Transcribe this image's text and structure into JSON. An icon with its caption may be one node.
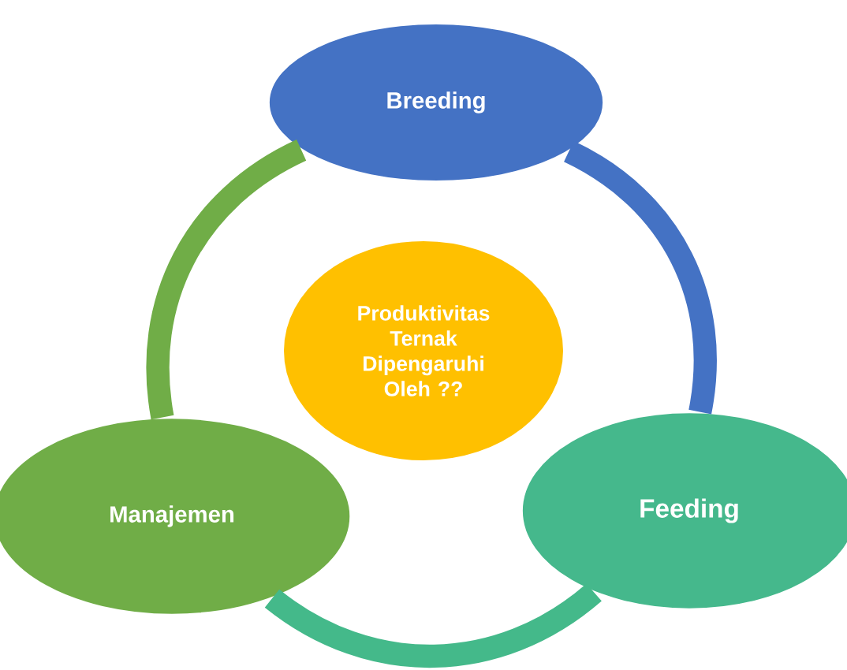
{
  "diagram": {
    "nodes": [
      {
        "text": [
          "Breeding"
        ]
      },
      {
        "text": [
          "Feeding"
        ]
      },
      {
        "text": [
          "Manajemen"
        ]
      },
      {
        "text": [
          "Produktivitas Ternak Dipengaruhi Oleh ??"
        ]
      }
    ],
    "edges": [
      {
        "from": 0,
        "to": 1,
        "arrow": "none",
        "color": "#4472c4"
      },
      {
        "from": 1,
        "to": 2,
        "arrow": "none",
        "color": "#44b98a"
      },
      {
        "from": 2,
        "to": 0,
        "arrow": "none",
        "color": "#70ad47"
      }
    ]
  }
}
